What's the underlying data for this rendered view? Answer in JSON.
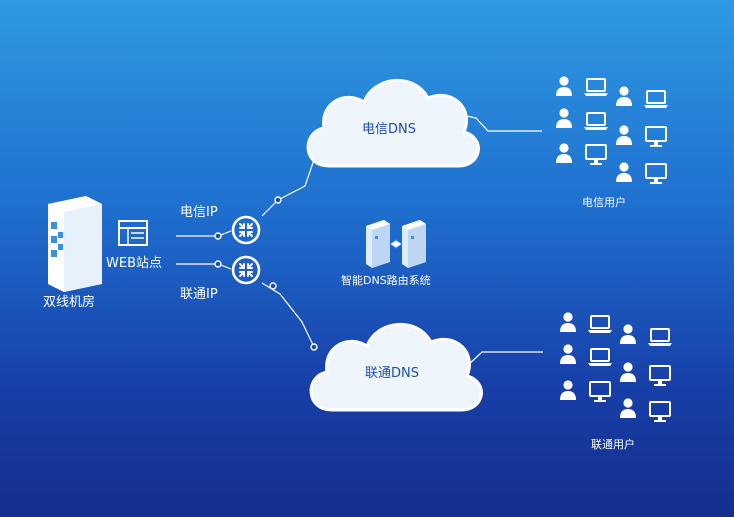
{
  "labels": {
    "datacenter": "双线机房",
    "web_site": "WEB站点",
    "telecom_ip": "电信IP",
    "unicom_ip": "联通IP",
    "telecom_dns": "电信DNS",
    "unicom_dns": "联通DNS",
    "dns_router": "智能DNS路由系统",
    "telecom_users": "电信用户",
    "unicom_users": "联通用户"
  },
  "colors": {
    "bg_top": "#2e9ae2",
    "bg_bottom": "#152e8e",
    "line": "#ffffff",
    "cloud_fill": "#eef5fd",
    "server_side": "#dcecfb",
    "server_window": "#3c8fe0"
  },
  "icons": {
    "datacenter": "server-tower-icon",
    "web": "browser-window-icon",
    "router": "router-icon",
    "dns_system": "dns-server-icon",
    "user": "user-icon",
    "laptop": "laptop-icon",
    "monitor": "monitor-icon"
  }
}
